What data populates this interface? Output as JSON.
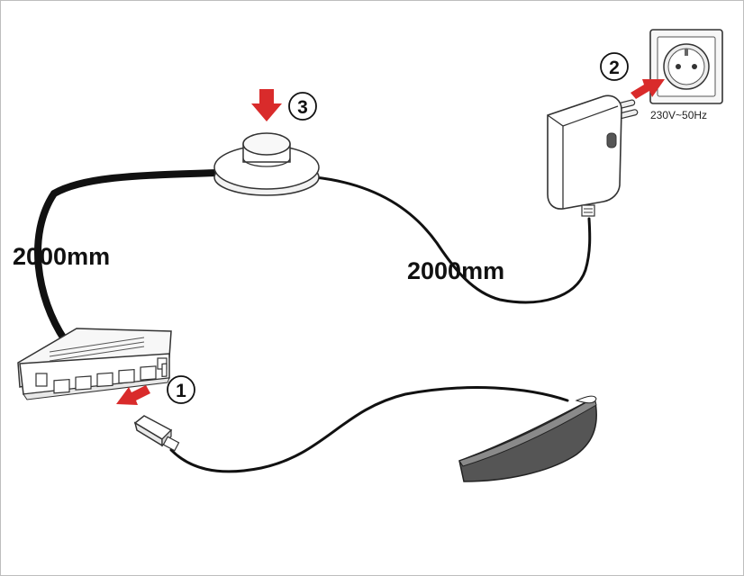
{
  "labels": {
    "cable_left_length": "2000mm",
    "cable_right_length": "2000mm",
    "voltage": "230V~50Hz"
  },
  "steps": {
    "step1": "1",
    "step2": "2",
    "step3": "3"
  },
  "colors": {
    "arrow": "#d92b2b",
    "cable": "#111111",
    "outline": "#333333"
  }
}
